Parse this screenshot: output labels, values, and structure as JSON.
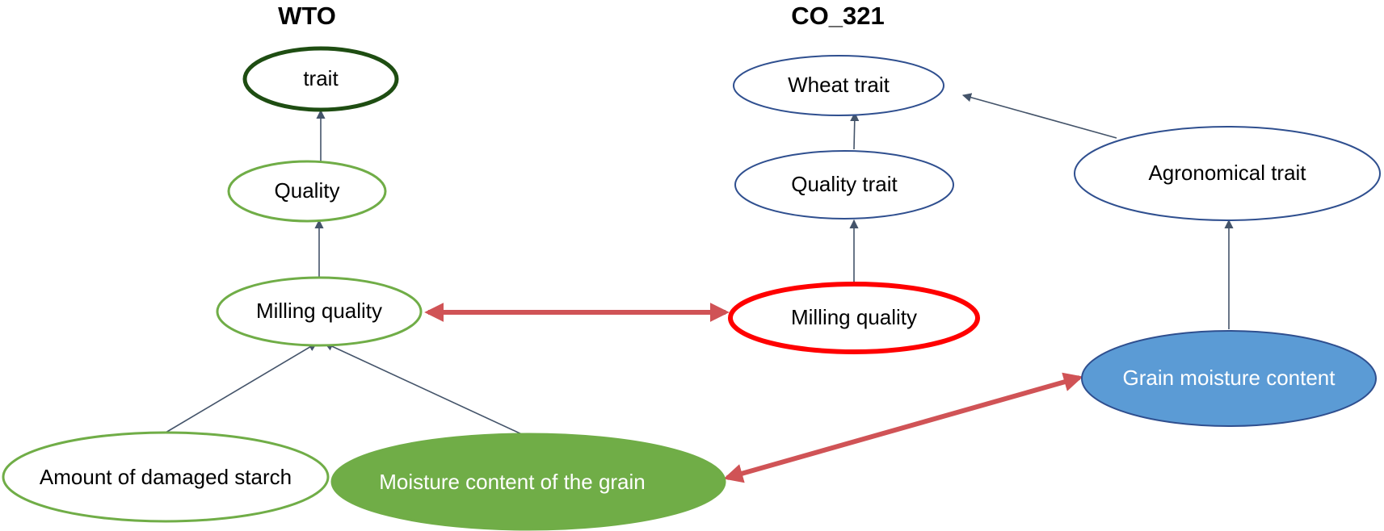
{
  "headings": {
    "wto": "WTO",
    "co321": "CO_321"
  },
  "nodes": {
    "wto_trait": "trait",
    "wto_quality": "Quality",
    "wto_milling": "Milling quality",
    "wto_damaged_starch": "Amount of damaged starch",
    "wto_moisture": "Moisture content of the grain",
    "co_wheat_trait": "Wheat trait",
    "co_quality_trait": "Quality trait",
    "co_agronomical_trait": "Agronomical trait",
    "co_milling": "Milling quality",
    "co_grain_moisture": "Grain moisture content"
  },
  "colors": {
    "wto_outline": "#70ad47",
    "wto_root_outline": "#1e4d12",
    "wto_fill": "#70ad47",
    "co_outline": "#2f4f8f",
    "co_fill": "#5b9bd5",
    "match_outline": "#ff0000",
    "mapping_arrow": "#d05356",
    "hierarchy_arrow": "#44546a"
  }
}
